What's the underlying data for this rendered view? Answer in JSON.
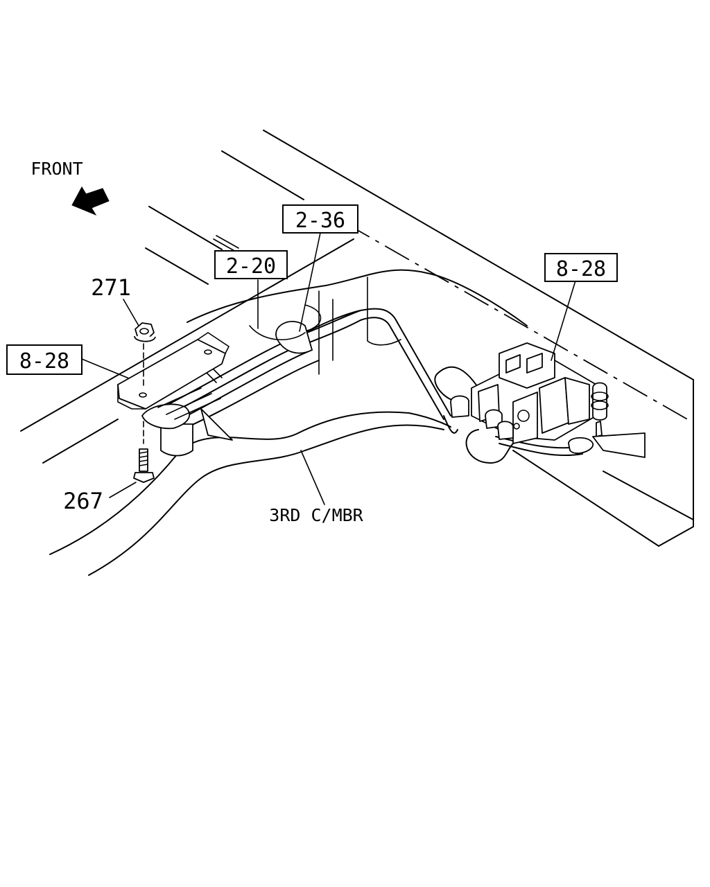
{
  "front_label": "FRONT",
  "callouts": {
    "ref_2_36": "2-36",
    "ref_2_20": "2-20",
    "ref_8_28_right": "8-28",
    "ref_8_28_left": "8-28",
    "part_271": "271",
    "part_267": "267",
    "member_label": "3RD C/MBR"
  },
  "icons": {
    "front_arrow": "arrow-up-left-icon"
  }
}
